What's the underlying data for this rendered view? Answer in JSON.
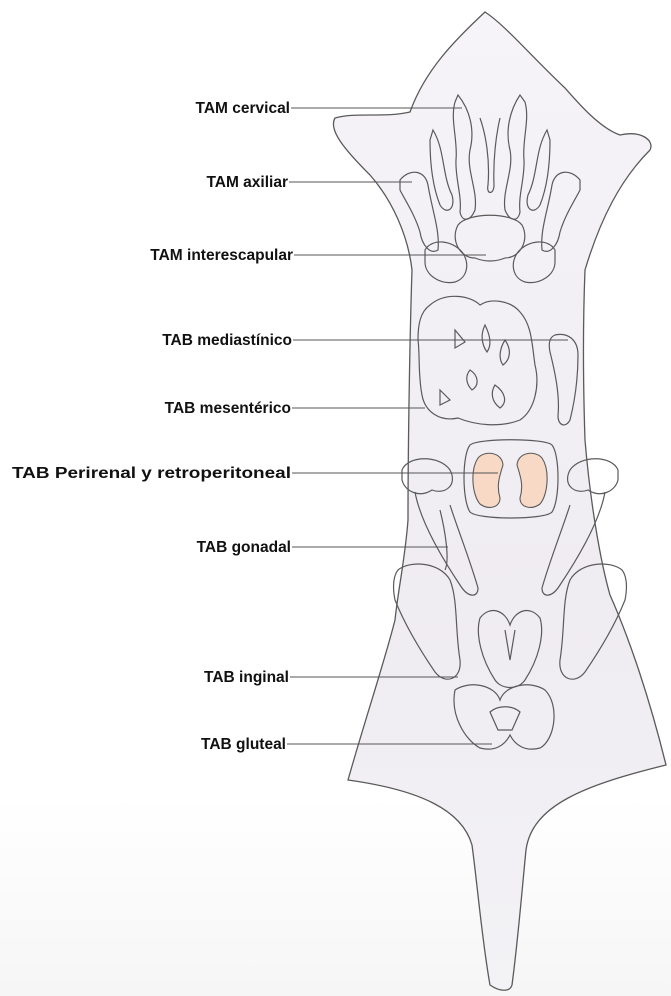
{
  "diagram": {
    "labels": [
      {
        "id": "tam-cervical",
        "text": "TAM cervical"
      },
      {
        "id": "tam-axiliar",
        "text": "TAM axiliar"
      },
      {
        "id": "tam-interescapular",
        "text": "TAM interescapular"
      },
      {
        "id": "tab-mediastinico",
        "text": "TAB mediastínico"
      },
      {
        "id": "tab-mesenterico",
        "text": "TAB mesentérico"
      },
      {
        "id": "tab-perirenal",
        "text": "TAB Perirenal y retroperitoneal"
      },
      {
        "id": "tab-gonadal",
        "text": "TAB gonadal"
      },
      {
        "id": "tab-inginal",
        "text": "TAB inginal"
      },
      {
        "id": "tab-gluteal",
        "text": "TAB gluteal"
      }
    ],
    "colors": {
      "outline": "#5a5a5a",
      "leader": "#555555",
      "body_fill": "#f1eef4",
      "kidney_fill": "#f7d9c6",
      "background": "#ffffff"
    }
  }
}
